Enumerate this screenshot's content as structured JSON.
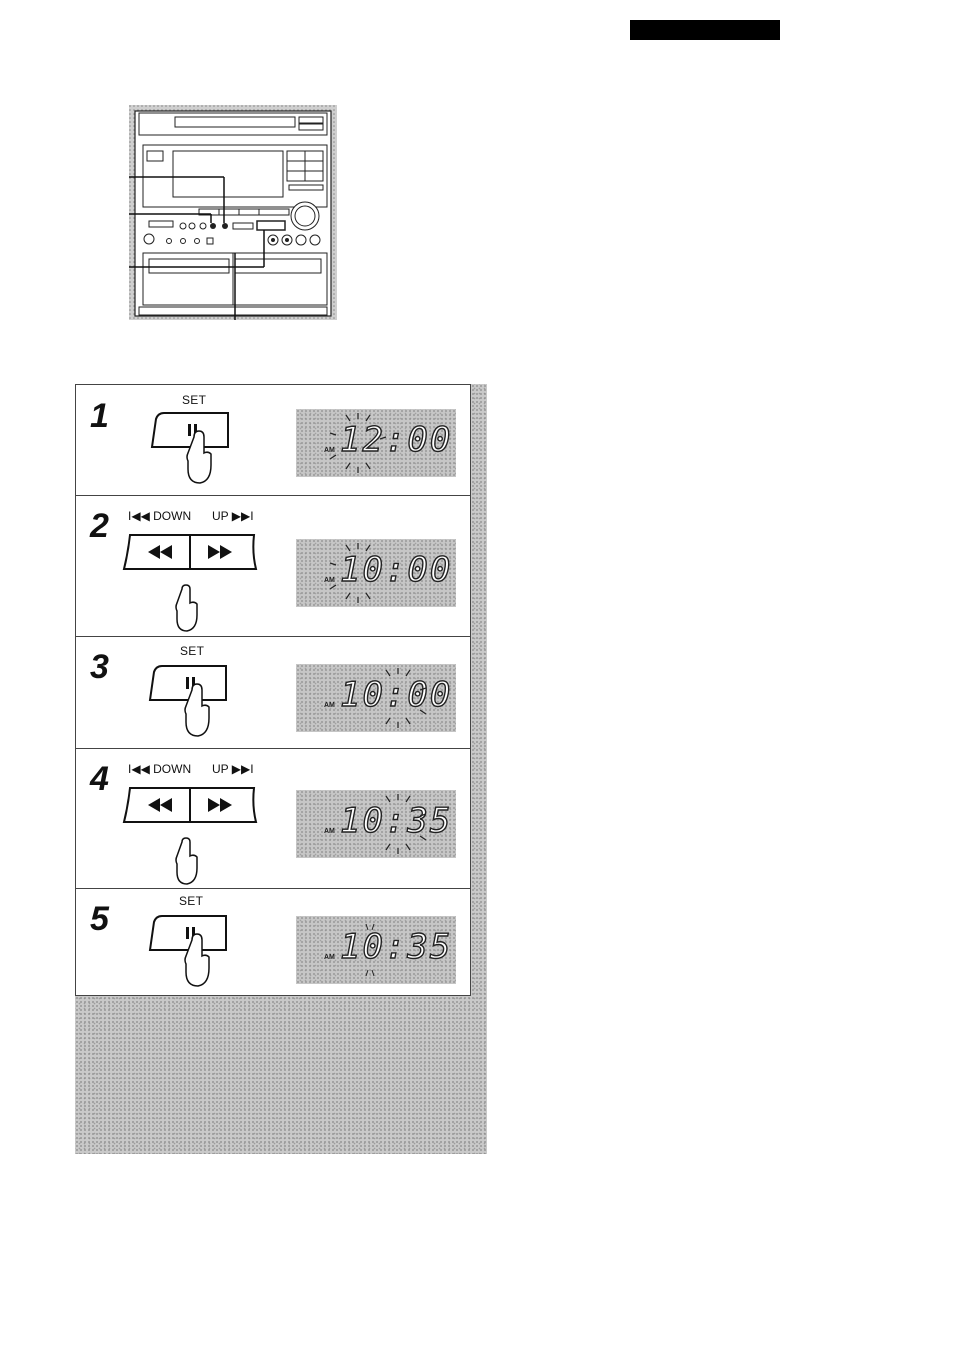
{
  "steps": [
    {
      "number": "1",
      "label": "SET",
      "display_am": "AM",
      "display_time": "12:00"
    },
    {
      "number": "2",
      "down_label": "I◀◀ DOWN",
      "up_label": "UP ▶▶I",
      "display_am": "AM",
      "display_time": "10:00"
    },
    {
      "number": "3",
      "label": "SET",
      "display_am": "AM",
      "display_time": "10:00"
    },
    {
      "number": "4",
      "down_label": "I◀◀ DOWN",
      "up_label": "UP ▶▶I",
      "display_am": "AM",
      "display_time": "10:35"
    },
    {
      "number": "5",
      "label": "SET",
      "display_am": "AM",
      "display_time": "10:35"
    }
  ]
}
